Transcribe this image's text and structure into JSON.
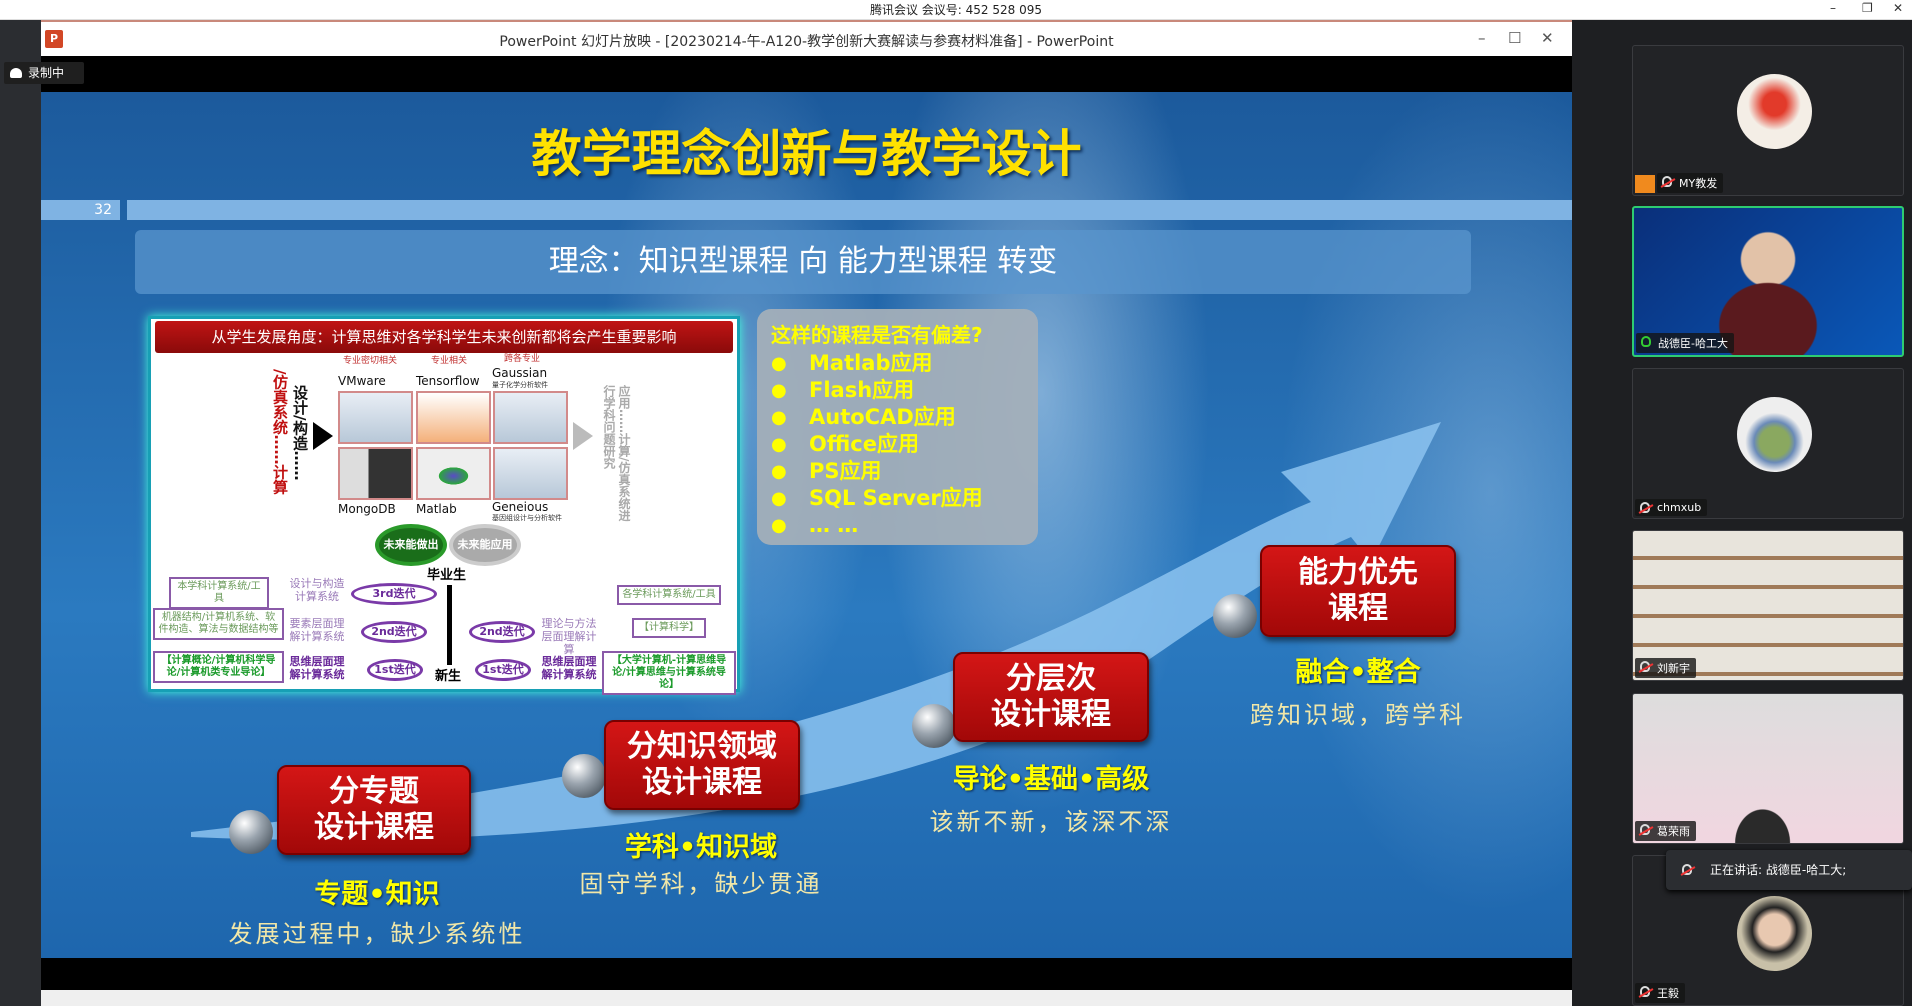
{
  "meeting_bar": {
    "title": "腾讯会议 会议号: 452 528 095",
    "minimize": "–",
    "restore": "❐",
    "close": "✕"
  },
  "recording": {
    "label": "录制中"
  },
  "ppt": {
    "icon": "P",
    "title": "PowerPoint 幻灯片放映 - [20230214-午-A120-教学创新大赛解读与参赛材料准备] - PowerPoint",
    "minimize": "–",
    "maximize": "☐",
    "close": "✕"
  },
  "slide": {
    "title": "教学理念创新与教学设计",
    "page_number": "32",
    "subtitle": "理念：知识型课程 向 能力型课程 转变",
    "image": {
      "header": "从学生发展角度：计算思维对各学科学生未来创新都将会产生重要影响",
      "tags": [
        "专业密切相关",
        "专业相关",
        "跨各专业"
      ],
      "apps_top": [
        "VMware",
        "Tensorflow",
        "Gaussian"
      ],
      "gaussian_note": "量子化学分析软件",
      "apps_bottom": [
        "MongoDB",
        "Matlab",
        "Geneious"
      ],
      "geneious_note": "基因组设计与分析软件",
      "left_vertical_black": "设计/构造……",
      "left_vertical_red": "/仿真系统……计算",
      "right_vertical": "应用……计算/仿真系统进行学科问题研究",
      "oval_green": "未来能做出",
      "oval_gray": "未来能应用",
      "graduate": "毕业生",
      "freshman": "新生",
      "left_boxes": [
        "本学科计算系统/工具",
        "机器结构/计算机系统、软件构造、算法与数据结构等",
        "【计算概论/计算机科学导论/计算机类专业导论】"
      ],
      "left_labels": [
        "设计与构造计算系统",
        "要素层面理解计算系统",
        "思维层面理解计算系统"
      ],
      "iterations_left": [
        "3rd迭代",
        "2nd迭代",
        "1st迭代"
      ],
      "iterations_right": [
        "2nd迭代",
        "1st迭代"
      ],
      "right_labels": [
        "理论与方法层面理解计算",
        "思维层面理解计算系统"
      ],
      "right_boxes": [
        "各学科计算系统/工具",
        "【计算科学】",
        "【大学计算机-计算思维导论/计算思维与计算系统导论】"
      ]
    },
    "question_box": {
      "question": "这样的课程是否有偏差?",
      "items": [
        "Matlab应用",
        "Flash应用",
        "AutoCAD应用",
        "Office应用",
        "PS应用",
        "SQL Server应用",
        "… …"
      ],
      "bullet": "●"
    },
    "stages": [
      {
        "title": "分专题\n设计课程",
        "keywords": "专题•知识",
        "comment": "发展过程中，缺少系统性"
      },
      {
        "title": "分知识领域\n设计课程",
        "keywords": "学科•知识域",
        "comment": "固守学科，缺少贯通"
      },
      {
        "title": "分层次\n设计课程",
        "keywords": "导论•基础•高级",
        "comment": "该新不新，该深不深"
      },
      {
        "title": "能力优先\n课程",
        "keywords": "融合•整合",
        "comment": "跨知识域，跨学科"
      }
    ]
  },
  "participants": [
    {
      "name": "MY教发",
      "mic": "muted",
      "host": true
    },
    {
      "name": "战德臣-哈工大",
      "mic": "speaking"
    },
    {
      "name": "chmxub",
      "mic": "muted"
    },
    {
      "name": "刘新宇",
      "mic": "muted"
    },
    {
      "name": "葛荣雨",
      "mic": "muted"
    },
    {
      "name": "王毅",
      "mic": "muted"
    }
  ],
  "speaking_now": "正在讲话: 战德臣-哈工大;",
  "colors": {
    "title_yellow": "#ffe100",
    "stage_red": "#c81010",
    "active_border": "#2ecc71"
  }
}
